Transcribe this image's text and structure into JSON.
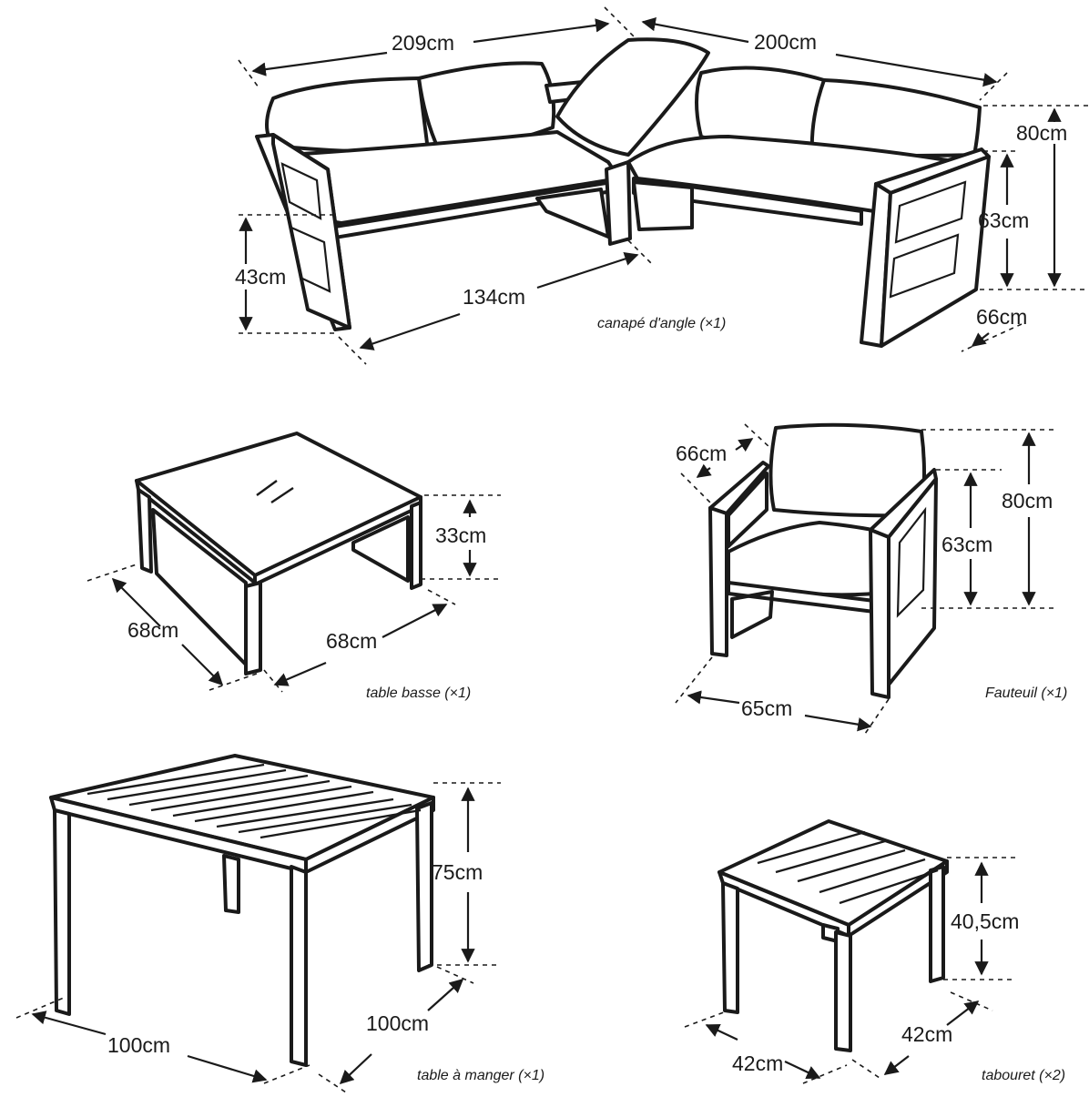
{
  "colors": {
    "ink": "#1a1a1a",
    "background": "#ffffff"
  },
  "sofa": {
    "caption": "canapé d'angle (×1)",
    "width_left": "209cm",
    "width_right": "200cm",
    "height_total": "80cm",
    "height_arm": "63cm",
    "depth": "66cm",
    "seat_height": "43cm",
    "inner_length": "134cm"
  },
  "coffee_table": {
    "caption": "table basse (×1)",
    "height": "33cm",
    "depth": "68cm",
    "width": "68cm"
  },
  "armchair": {
    "caption": "Fauteuil (×1)",
    "depth": "66cm",
    "height_total": "80cm",
    "height_arm": "63cm",
    "width": "65cm"
  },
  "dining_table": {
    "caption": "table à manger (×1)",
    "height": "75cm",
    "width": "100cm",
    "depth": "100cm"
  },
  "stool": {
    "caption": "tabouret (×2)",
    "height": "40,5cm",
    "width": "42cm",
    "depth": "42cm"
  }
}
